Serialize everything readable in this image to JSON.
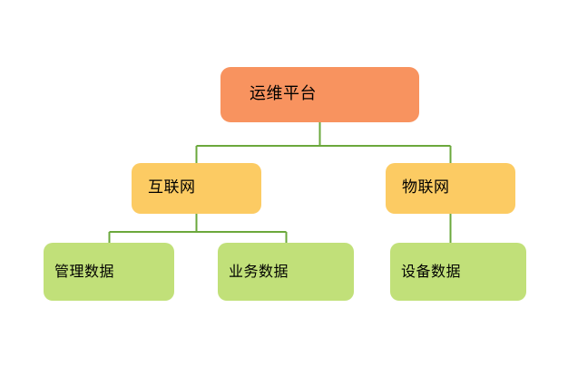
{
  "diagram": {
    "type": "tree",
    "orientation": "top-down",
    "background_color": "#FFFFFF",
    "connector_color": "#6BA83C",
    "levels": [
      {
        "level": 1,
        "color": "#F8935F",
        "nodes": [
          {
            "id": "root",
            "label": "运维平台"
          }
        ]
      },
      {
        "level": 2,
        "color": "#FCCB63",
        "nodes": [
          {
            "id": "internet",
            "label": "互联网",
            "parent": "root"
          },
          {
            "id": "iot",
            "label": "物联网",
            "parent": "root"
          }
        ]
      },
      {
        "level": 3,
        "color": "#C1E079",
        "nodes": [
          {
            "id": "mgmt-data",
            "label": "管理数据",
            "parent": "internet"
          },
          {
            "id": "biz-data",
            "label": "业务数据",
            "parent": "internet"
          },
          {
            "id": "device-data",
            "label": "设备数据",
            "parent": "iot"
          }
        ]
      }
    ]
  }
}
